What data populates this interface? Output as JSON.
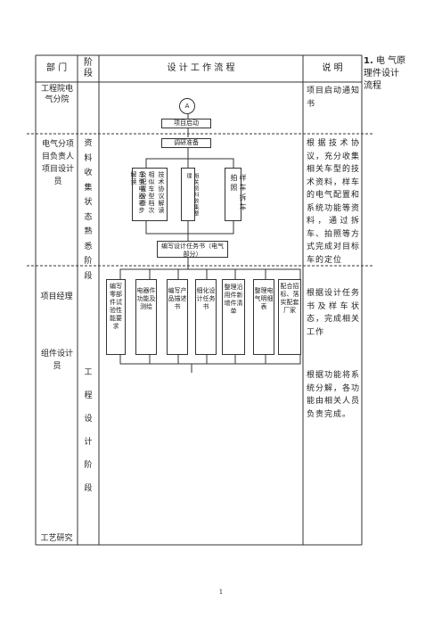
{
  "side_title": {
    "number": "1.",
    "text": "电 气原理件设计流程"
  },
  "header": {
    "dept": "部 门",
    "stage": "阶段",
    "flow": "设 计 工 作 流 程",
    "desc": "说 明"
  },
  "rows": {
    "dept_1": "工程院电气分院",
    "dept_2": "电气分项目负责人项目设计员",
    "dept_3": "项目经理",
    "dept_4": "组件设计员",
    "dept_5": "工艺研究",
    "stage_1": "资 料 收 集 状 态 熟 悉 阶 段",
    "stage_2": "工 程 设 计 阶 段"
  },
  "desc": {
    "d1": "项目启动通知书",
    "d2": "根据技术协议，充分收集相关车型的技术资料，样车的电气配置和系统功能等资料，通过拆车、拍照等方式完成对目标车的定位",
    "d3": "根据设计任务书及样车状态，完成相关工作",
    "d4": "根据功能将系统分解，各功能由相关人员负责完成。"
  },
  "flow": {
    "start_symbol": "A",
    "project_start": "项目启动",
    "research": "调研准备",
    "col_a1": "技术协议解读",
    "col_a2": "相似车型档次及配置分析",
    "col_a3": "车型电器初步解读",
    "col_b": "相关资料收集整理",
    "col_c": "样车拆车拍照",
    "task_book": "编写设计任务书（电气部分）",
    "tasks": [
      "编写零部件试验性能要求",
      "电器件功能及测绘",
      "编写产品描述书",
      "细化设计任务书",
      "整理沿用件新增件清单",
      "整理电气明细表",
      "配合招标、落实配套厂家"
    ]
  },
  "page_number": "1"
}
